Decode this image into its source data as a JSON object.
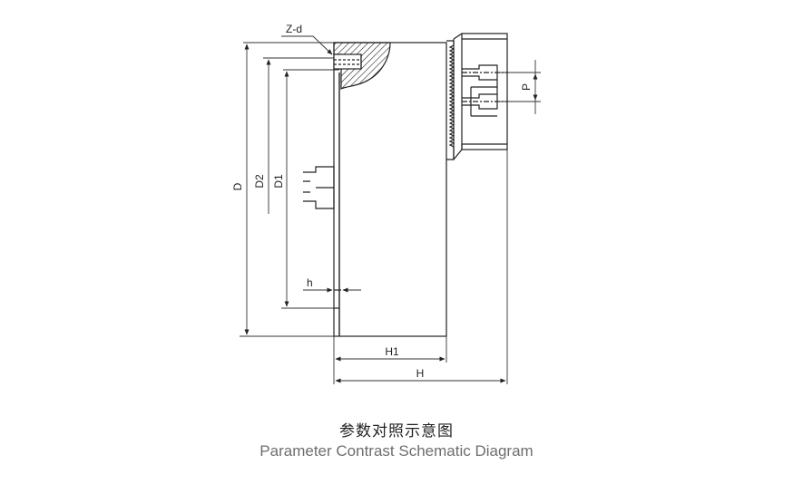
{
  "labels": {
    "z_d": "Z-d",
    "d": "D",
    "d2": "D2",
    "d1": "D1",
    "h": "h",
    "h1": "H1",
    "h_total": "H",
    "p": "P"
  },
  "caption": {
    "title_zh": "参数对照示意图",
    "title_en": "Parameter Contrast Schematic Diagram"
  },
  "colors": {
    "line": "#222222",
    "dim_line": "#333333",
    "caption_en": "#6e6e6e"
  }
}
